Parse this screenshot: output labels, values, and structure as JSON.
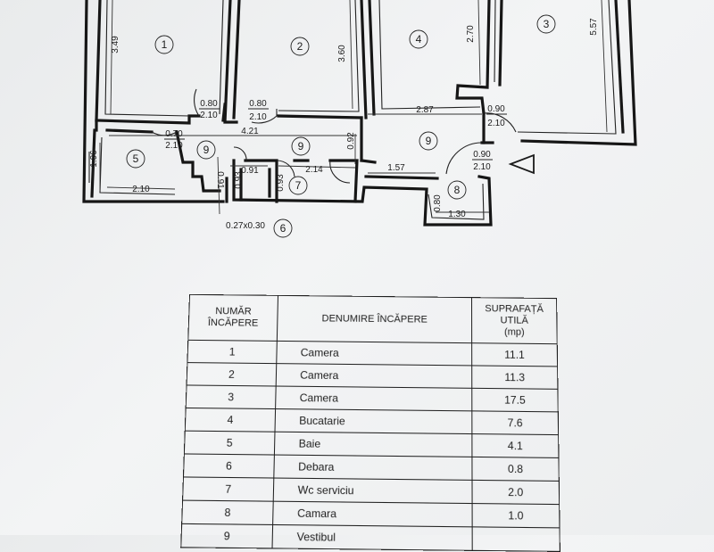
{
  "plan": {
    "dimensions": {
      "d349": "3.49",
      "d360": "3.60",
      "d270": "2.70",
      "d557": "5.57",
      "d287": "2.87",
      "d421": "4.21",
      "d196": "1.96",
      "d210": "2.10",
      "d214": "2.14",
      "d157": "1.57",
      "d130": "1.30",
      "d080": "0.80",
      "d091": "0.91",
      "d093a": "0.93",
      "d093b": "0.93",
      "d092": "0.92",
      "d091v": "0.91",
      "small_window": "0.27x0.30"
    },
    "doors": [
      {
        "w": "0.80",
        "h": "2.10"
      },
      {
        "w": "0.80",
        "h": "2.10"
      },
      {
        "w": "0.90",
        "h": "2.10"
      },
      {
        "w": "0.70",
        "h": "2.10"
      },
      {
        "w": "0.90",
        "h": "2.10"
      }
    ],
    "room_numbers": [
      "1",
      "2",
      "3",
      "4",
      "5",
      "6",
      "7",
      "8",
      "9",
      "9",
      "9"
    ]
  },
  "table": {
    "headers": {
      "number": [
        "NUMĂR",
        "ÎNCĂPERE"
      ],
      "name": "DENUMIRE ÎNCĂPERE",
      "area": [
        "SUPRAFAȚĂ",
        "UTILĂ",
        "(mp)"
      ]
    },
    "rows": [
      {
        "num": "1",
        "name": "Camera",
        "area": "11.1"
      },
      {
        "num": "2",
        "name": "Camera",
        "area": "11.3"
      },
      {
        "num": "3",
        "name": "Camera",
        "area": "17.5"
      },
      {
        "num": "4",
        "name": "Bucatarie",
        "area": "7.6"
      },
      {
        "num": "5",
        "name": "Baie",
        "area": "4.1"
      },
      {
        "num": "6",
        "name": "Debara",
        "area": "0.8"
      },
      {
        "num": "7",
        "name": "Wc serviciu",
        "area": "2.0"
      },
      {
        "num": "8",
        "name": "Camara",
        "area": "1.0"
      },
      {
        "num": "9",
        "name": "Vestibul",
        "area": ""
      }
    ]
  }
}
